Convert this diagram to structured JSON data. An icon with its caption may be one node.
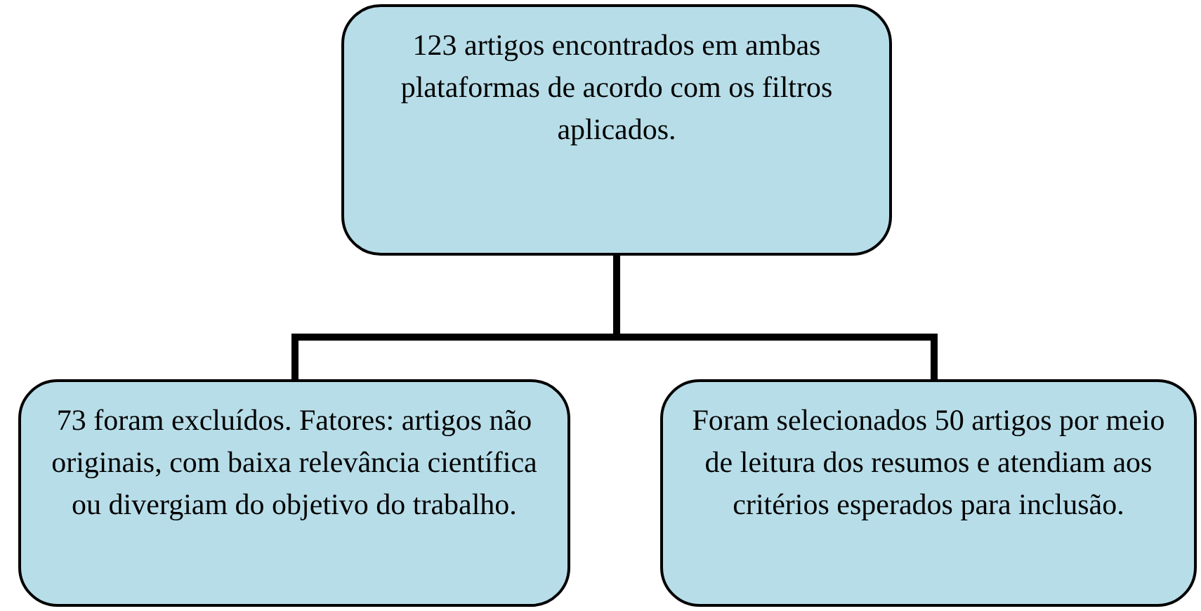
{
  "diagram": {
    "nodes": [
      {
        "text": [
          "123 artigos encontrados em ambas plataformas de acordo com os filtros aplicados."
        ]
      },
      {
        "text": [
          "73 foram excluídos. Fatores: artigos não originais, com baixa relevância científica ou divergiam do objetivo do trabalho."
        ]
      },
      {
        "text": [
          "Foram selecionados 50 artigos por meio de leitura dos resumos e atendiam aos critérios esperados para inclusão."
        ]
      }
    ],
    "edges": [
      {
        "from": 0,
        "to": 1,
        "arrow": "none"
      },
      {
        "from": 0,
        "to": 2,
        "arrow": "none"
      }
    ]
  }
}
